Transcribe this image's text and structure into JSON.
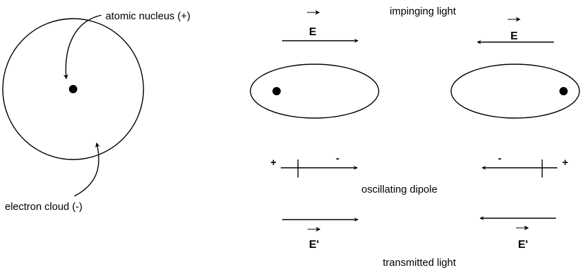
{
  "labels": {
    "nucleus": "atomic nucleus (+)",
    "cloud": "electron cloud (-)",
    "impinging": "impinging light",
    "dipole": "oscillating dipole",
    "transmitted": "transmitted light"
  },
  "field": {
    "incident_symbol": "E",
    "transmitted_symbol": "E'"
  },
  "charges": {
    "positive": "+",
    "negative": "-"
  }
}
